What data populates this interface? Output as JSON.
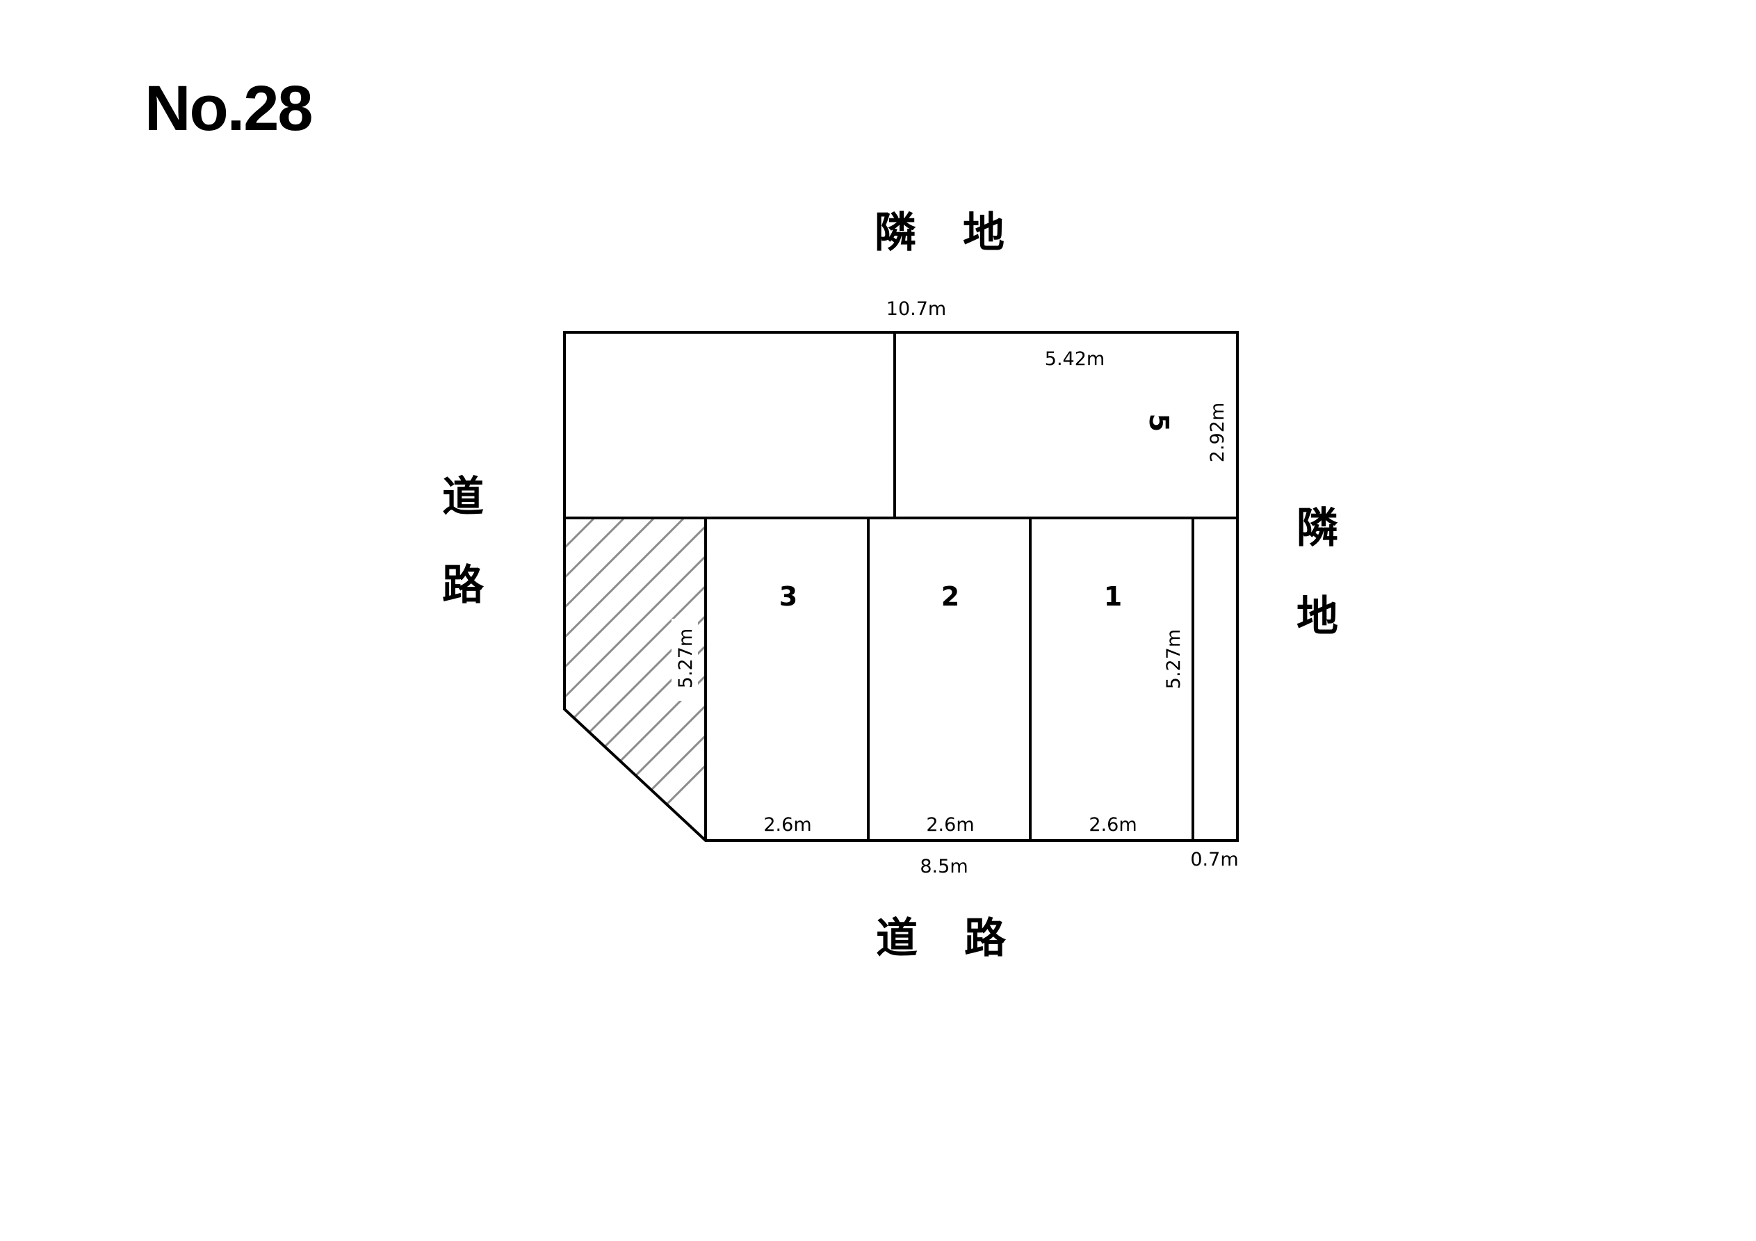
{
  "title": "No.28",
  "surroundings": {
    "top": [
      "隣",
      "地"
    ],
    "right": [
      "隣",
      "地"
    ],
    "left": [
      "道",
      "路"
    ],
    "bottom": [
      "道",
      "路"
    ]
  },
  "lots": [
    {
      "id": "3",
      "label": "3"
    },
    {
      "id": "2",
      "label": "2"
    },
    {
      "id": "1",
      "label": "1"
    },
    {
      "id": "5",
      "label": "5"
    }
  ],
  "dimensions": {
    "overall_top_width": "10.7m",
    "lot5_width": "5.42m",
    "lot5_depth": "2.92m",
    "hatched_depth": "5.27m",
    "lot1_depth": "5.27m",
    "lot3_width": "2.6m",
    "lot2_width": "2.6m",
    "lot1_width": "2.6m",
    "frontage_total": "8.5m",
    "strip_width": "0.7m"
  },
  "colors": {
    "line": "#000000",
    "hatch": "#8c8c8c",
    "background": "#ffffff"
  }
}
